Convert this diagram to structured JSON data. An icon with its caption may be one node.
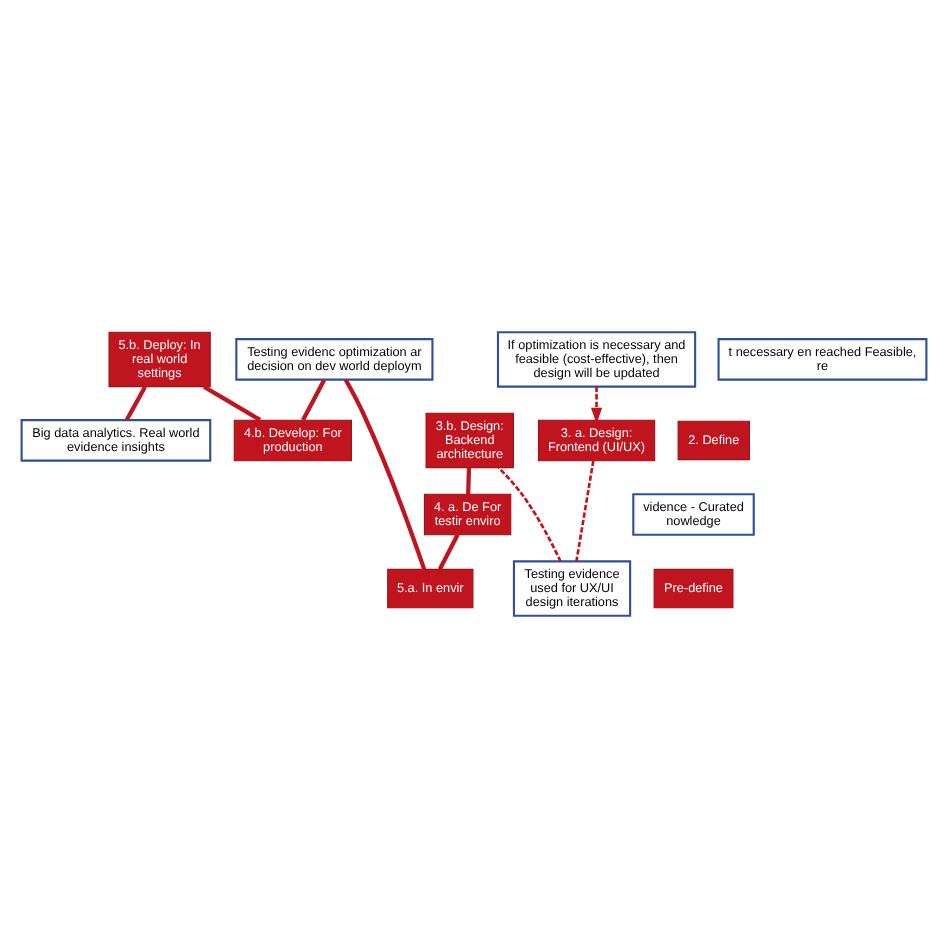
{
  "diagram": {
    "nodes": [
      {
        "text": [
          "5.b. Deploy: In real world settings"
        ]
      },
      {
        "text": [
          "4.b. Develop: For production"
        ]
      },
      {
        "text": [
          "Testing evidenc optimization ar decision on dev world deploym"
        ]
      },
      {
        "text": [
          "5.a. In envir"
        ]
      },
      {
        "text": [
          "4. a. De For testir enviro"
        ]
      },
      {
        "text": [
          "3.b. Design: Backend architecture"
        ]
      },
      {
        "text": [
          "3. a. Design: Frontend (UI/UX)"
        ]
      },
      {
        "text": [
          "Testing evidence used for UX/UI design iterations"
        ]
      },
      {
        "text": [
          "2. Define"
        ]
      },
      {
        "text": [
          "vidence - Curated nowledge"
        ]
      },
      {
        "text": [
          "Pre-define"
        ]
      },
      {
        "text": [
          "Big data analytics. Real world evidence insights"
        ]
      },
      {
        "text": [
          "If optimization is necessary and feasible (cost-effective), then design will be updated"
        ]
      },
      {
        "text": [
          "t necessary en reached Feasible, re"
        ]
      }
    ],
    "edges": [
      {
        "from": 12,
        "to": 6,
        "arrow": "to",
        "style": "dashed"
      },
      {
        "from": 6,
        "to": 7,
        "arrow": "none",
        "style": "dashed"
      },
      {
        "from": 7,
        "to": 5,
        "arrow": "none",
        "style": "dashed"
      },
      {
        "from": 5,
        "to": 4,
        "arrow": "none"
      },
      {
        "from": 4,
        "to": 3,
        "arrow": "none"
      },
      {
        "from": 3,
        "to": 2,
        "arrow": "none"
      },
      {
        "from": 2,
        "to": 1,
        "arrow": "none"
      },
      {
        "from": 1,
        "to": 0,
        "arrow": "none"
      },
      {
        "from": 0,
        "to": 11,
        "arrow": "none"
      }
    ]
  }
}
